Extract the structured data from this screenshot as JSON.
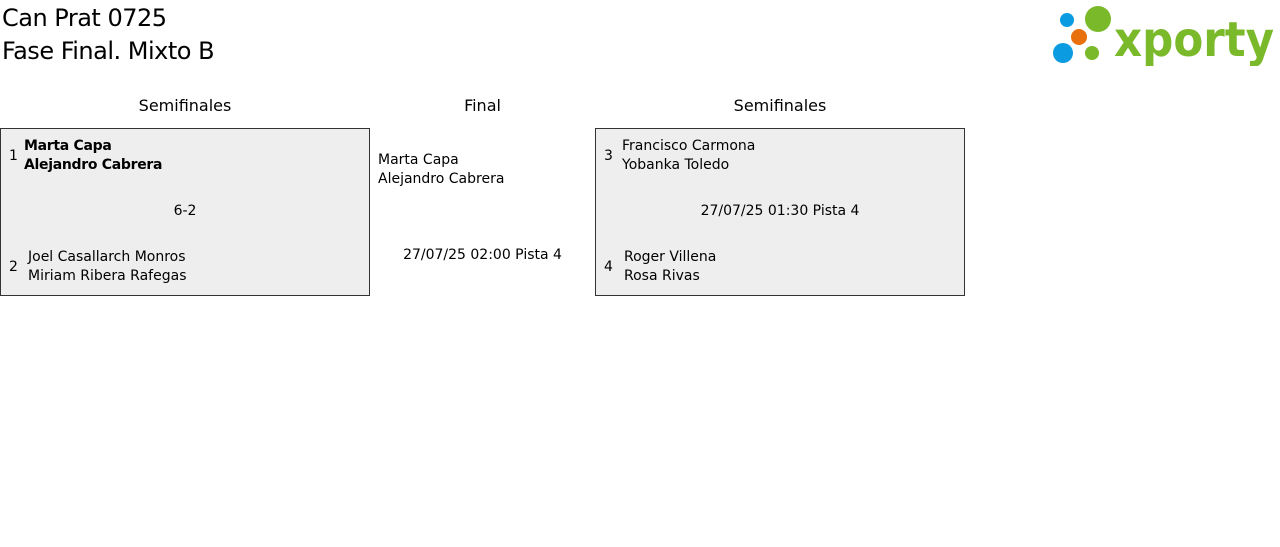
{
  "header": {
    "title": "Can Prat 0725",
    "subtitle": "Fase Final. Mixto B",
    "logo_text": "xporty"
  },
  "columns": [
    "Semifinales",
    "Final",
    "Semifinales"
  ],
  "semifinal_left": {
    "team1": {
      "seed": "1",
      "players": [
        "Marta Capa",
        "Alejandro Cabrera"
      ],
      "winner": true
    },
    "team2": {
      "seed": "2",
      "players": [
        "Joel Casallarch Monros",
        "Miriam Ribera Rafegas"
      ]
    },
    "result": "6-2"
  },
  "final": {
    "team1": {
      "players": [
        "Marta Capa",
        "Alejandro Cabrera"
      ]
    },
    "schedule": "27/07/25 02:00 Pista 4"
  },
  "semifinal_right": {
    "team1": {
      "seed": "3",
      "players": [
        "Francisco Carmona",
        "Yobanka Toledo"
      ]
    },
    "team2": {
      "seed": "4",
      "players": [
        "Roger Villena",
        "Rosa Rivas"
      ]
    },
    "schedule": "27/07/25 01:30 Pista 4"
  },
  "colors": {
    "logo_green": "#7ab929",
    "logo_blue": "#0a9be0",
    "logo_orange": "#e8700d",
    "box_bg": "#eeeeee"
  }
}
